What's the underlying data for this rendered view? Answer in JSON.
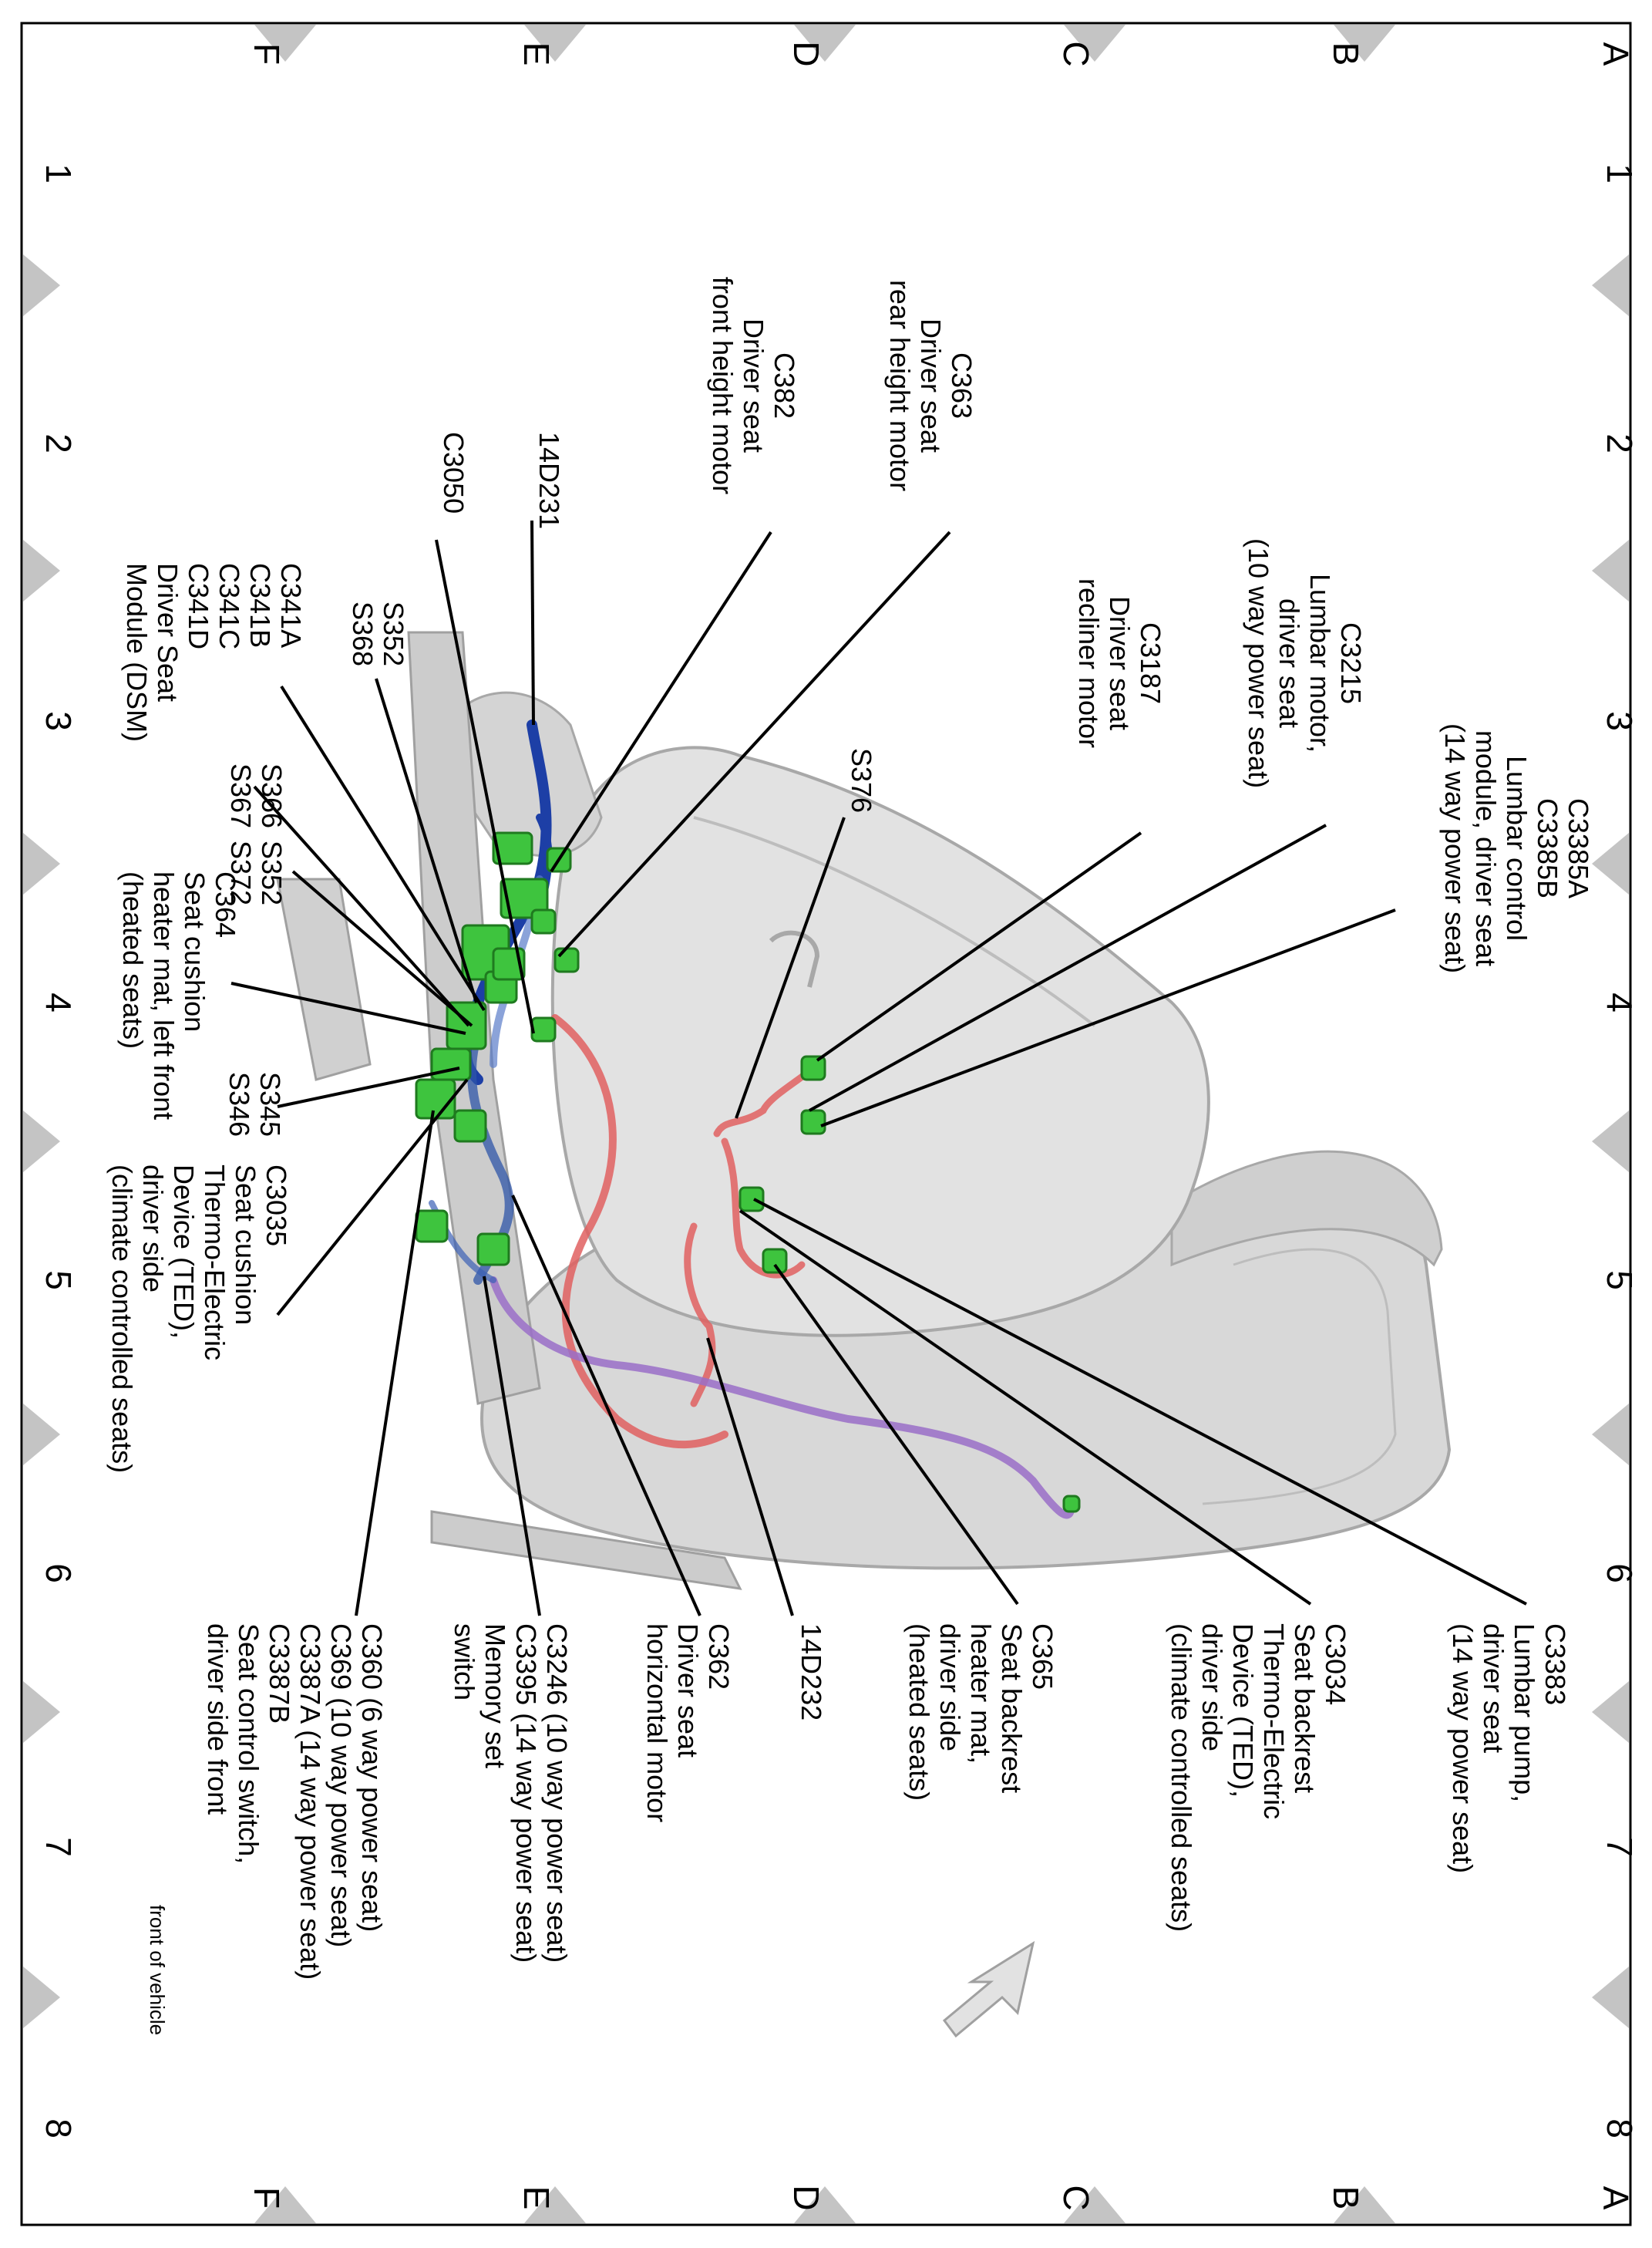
{
  "grid": {
    "rows": [
      "A",
      "B",
      "C",
      "D",
      "E",
      "F"
    ],
    "cols": [
      "1",
      "2",
      "3",
      "4",
      "5",
      "6",
      "7",
      "8"
    ]
  },
  "labels": {
    "c363": [
      "C363",
      "Driver seat",
      "rear height motor"
    ],
    "c382": [
      "C382",
      "Driver seat",
      "front height motor"
    ],
    "d231": [
      "14D231"
    ],
    "c3050": [
      "C3050"
    ],
    "s352_368": [
      "S352",
      "S368"
    ],
    "dsm": [
      "C341A",
      "C341B",
      "C341C",
      "C341D",
      "Driver Seat",
      "Module (DSM)"
    ],
    "s366_367": [
      "S366",
      "S367"
    ],
    "s352_372": [
      "S352",
      "S372"
    ],
    "c364": [
      "C364",
      "Seat cushion",
      "heater mat, left front",
      "(heated seats)"
    ],
    "s345_346": [
      "S345",
      "S346"
    ],
    "c3035": [
      "C3035",
      "Seat cushion",
      "Thermo-Electric",
      "Device (TED),",
      "driver side",
      "(climate controlled seats)"
    ],
    "c3187": [
      "C3187",
      "Driver seat",
      "recliner motor"
    ],
    "c3215": [
      "C3215",
      "Lumbar motor,",
      "driver seat",
      "(10 way power seat)"
    ],
    "c3385": [
      "C3385A",
      "C3385B",
      "Lumbar control",
      "module, driver seat",
      "(14 way power seat)"
    ],
    "s376": [
      "S376"
    ],
    "c3383": [
      "C3383",
      "Lumbar pump,",
      "driver seat",
      "(14 way power seat)"
    ],
    "c3034": [
      "C3034",
      "Seat backrest",
      "Thermo-Electric",
      "Device (TED),",
      "driver side",
      "(climate controlled seats)"
    ],
    "c365": [
      "C365",
      "Seat backrest",
      "heater mat,",
      "driver side",
      "(heated seats)"
    ],
    "d232": [
      "14D232"
    ],
    "c362": [
      "C362",
      "Driver seat",
      "horizontal motor"
    ],
    "c3246": [
      "C3246  (10 way power seat)",
      "C3395  (14 way power seat)",
      "Memory set",
      "switch"
    ],
    "c360": [
      "C360       (6 way power seat)",
      "C369       (10 way power seat)",
      "C3387A  (14 way power seat)",
      "C3387B",
      "Seat control switch,",
      "driver side front"
    ],
    "front": [
      "front of vehicle"
    ]
  },
  "colors": {
    "harness_blue": "#2f55a8",
    "harness_dark_blue": "#1d3fa6",
    "harness_red": "#e06060",
    "harness_purple": "#9a6fc8",
    "connector_green": "#3ec43e",
    "seat_fill": "#dcdcdc",
    "grid_marker": "#c4c4c4"
  }
}
